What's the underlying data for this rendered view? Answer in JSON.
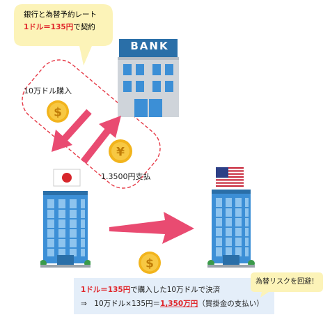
{
  "callout": {
    "line1": "銀行と為替予約レート",
    "line2_red": "1ドル＝135円",
    "line2_rest": "で契約"
  },
  "bank_sign": "BANK",
  "buy_label": "10万ドル購入",
  "pay_label": "1.3500円支払",
  "bottom_box": {
    "line1_red": "1ドル＝135円",
    "line1_rest": "で購入した10万ドルで決済",
    "line2_prefix": "⇒　10万ドル×135円＝",
    "line2_red": "1,350万円",
    "line2_suffix": "（買掛金の支払い）"
  },
  "risk_bubble": "為替リスクを回避！",
  "colors": {
    "callout_fill": "#fcf3b8",
    "dashed_border": "#e63a47",
    "arrow_pink": "#e94b71",
    "coin_gold": "#f2b41c",
    "bank_blue": "#2a6fa8",
    "building_blue": "#3c8fd6",
    "box_fill": "#e4eef9",
    "accent_red": "#e0262b"
  },
  "icons": [
    "dollar-coin-icon",
    "yen-coin-icon",
    "japan-flag-icon",
    "us-flag-icon",
    "bank-building-icon",
    "office-building-icon"
  ]
}
